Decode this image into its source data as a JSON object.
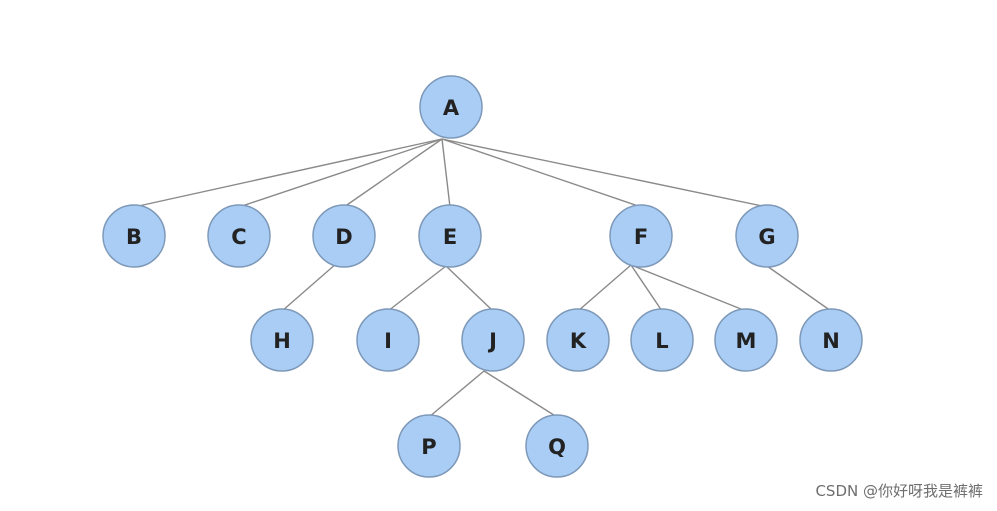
{
  "diagram": {
    "type": "tree",
    "root": "A",
    "node_fill": "#a9cdf5",
    "node_stroke": "#7d98b8",
    "edge_color": "#8a8a8a",
    "nodes": [
      "A",
      "B",
      "C",
      "D",
      "E",
      "F",
      "G",
      "H",
      "I",
      "J",
      "K",
      "L",
      "M",
      "N",
      "P",
      "Q"
    ],
    "edges": [
      [
        "A",
        "B"
      ],
      [
        "A",
        "C"
      ],
      [
        "A",
        "D"
      ],
      [
        "A",
        "E"
      ],
      [
        "A",
        "F"
      ],
      [
        "A",
        "G"
      ],
      [
        "D",
        "H"
      ],
      [
        "E",
        "I"
      ],
      [
        "E",
        "J"
      ],
      [
        "F",
        "K"
      ],
      [
        "F",
        "L"
      ],
      [
        "F",
        "M"
      ],
      [
        "G",
        "N"
      ],
      [
        "J",
        "P"
      ],
      [
        "J",
        "Q"
      ]
    ]
  },
  "watermark": "CSDN @你好呀我是裤裤"
}
